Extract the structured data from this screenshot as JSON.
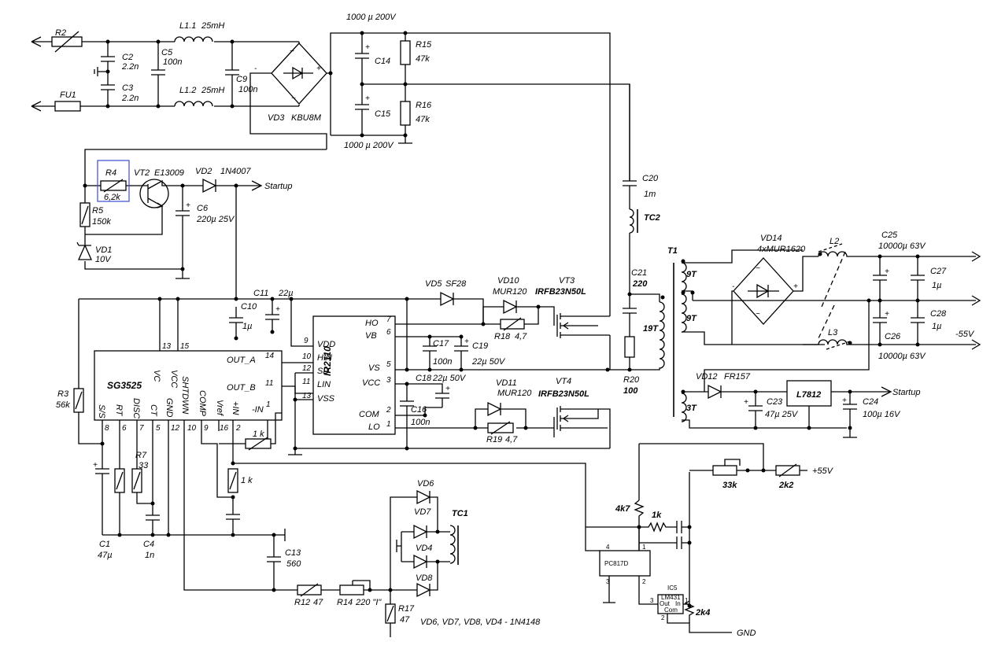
{
  "labels": {
    "r2": "R2",
    "c2": "C2",
    "c2v": "2.2n",
    "c3": "C3",
    "c3v": "2.2n",
    "fu1": "FU1",
    "l11": "L1.1",
    "l11v": "25mH",
    "l12": "L1.2",
    "l12v": "25mH",
    "c5": "C5",
    "c5v": "100n",
    "c9": "C9",
    "c9v": "100n",
    "vd3": "VD3",
    "vd3v": "KBU8M",
    "c14top": "1000 µ 200V",
    "c14": "C14",
    "c15": "C15",
    "c15bot": "1000 µ 200V",
    "r15": "R15",
    "r15v": "47k",
    "r16": "R16",
    "r16v": "47k",
    "r4": "R4",
    "r4v": "6,2k",
    "vt2": "VT2",
    "vt2v": "E13009",
    "vd2": "VD2",
    "vd2v": "1N4007",
    "startup1": "Startup",
    "r5": "R5",
    "r5v": "150k",
    "c6": "C6",
    "c6v": "220µ 25V",
    "vd1": "VD1",
    "vd1v": "10V",
    "c20": "C20",
    "c20v": "1m",
    "tc2": "TC2",
    "c21": "C21",
    "c21v": "220",
    "r20": "R20",
    "r20v": "100",
    "t1": "T1",
    "w9t1": "9T",
    "w9t2": "9T",
    "w19t": "19T",
    "w3t": "3T",
    "vd14": "VD14",
    "vd14v": "4xMUR1620",
    "l2": "L2",
    "l3": "L3",
    "c25": "C25",
    "c25v": "10000µ 63V",
    "c26": "C26",
    "c26v": "10000µ 63V",
    "c27": "C27",
    "c27v": "1µ",
    "c28": "C28",
    "c28v": "1µ",
    "neg55": "-55V",
    "vd12": "VD12",
    "vd12v": "FR157",
    "l7812": "L7812",
    "startup2": "Startup",
    "c23": "C23",
    "c23v": "47µ 25V",
    "c24": "C24",
    "c24v": "100µ 16V",
    "c11": "C11",
    "c11v": "22µ",
    "c10": "C10",
    "c10v": "1µ",
    "vd5": "VD5",
    "vd5v": "SF28",
    "vd10": "VD10",
    "vd10v": "MUR120",
    "vt3": "VT3",
    "vt3v": "IRFB23N50L",
    "r18": "R18",
    "r18v": "4,7",
    "c17": "C17",
    "c17v": "100n",
    "c19": "C19",
    "c19v": "22µ 50V",
    "c18": "C18",
    "c18v": "22µ 50V",
    "c16": "C16",
    "c16v": "100n",
    "vd11": "VD11",
    "vd11v": "MUR120",
    "vt4": "VT4",
    "vt4v": "IRFB23N50L",
    "r19": "R19",
    "r19v": "4,7",
    "ir2110": "IR2110",
    "sg3525": "SG3525",
    "r3": "R3",
    "r3v": "56k",
    "r7": "R7",
    "r7v": "33",
    "c1": "C1",
    "c1v": "47µ",
    "c4": "C4",
    "c4v": "1n",
    "c13": "C13",
    "c13v": "560",
    "r1k1": "1 k",
    "r1k2": "1 k",
    "r12": "R12",
    "r12v": "47",
    "r14": "R14",
    "r14v": "220 \"I\"",
    "r17": "R17",
    "r17v": "47",
    "vd6": "VD6",
    "vd7": "VD7",
    "vd4": "VD4",
    "vd8": "VD8",
    "tc1": "TC1",
    "vdnote": "VD6, VD7, VD8, VD4 - 1N4148",
    "r4k7": "4k7",
    "r1kfb": "1k",
    "r33k": "33k",
    "r2k2": "2k2",
    "r2k4": "2k4",
    "plus55": "+55V",
    "gnd": "GND",
    "pc817": "PC817D",
    "ic5": "IC5",
    "lm431": "LM431",
    "lm_out": "Out",
    "lm_in": "In",
    "lm_com": "Com",
    "pc_p4": "4",
    "pc_p3": "3",
    "pc_p1": "1",
    "pc_p2": "2",
    "lm_p3": "3",
    "lm_p1": "1",
    "lm_p2": "2"
  },
  "ir2110_pins": [
    {
      "num": "9",
      "name": "VDD"
    },
    {
      "num": "10",
      "name": "HIN"
    },
    {
      "num": "12",
      "name": "SD"
    },
    {
      "num": "11",
      "name": "LIN"
    },
    {
      "num": "13",
      "name": "VSS"
    },
    {
      "num": "7",
      "name": "HO"
    },
    {
      "num": "6",
      "name": "VB"
    },
    {
      "num": "5",
      "name": "VS"
    },
    {
      "num": "3",
      "name": "VCC"
    },
    {
      "num": "2",
      "name": "COM"
    },
    {
      "num": "1",
      "name": "LO"
    }
  ],
  "sg3525_pins": [
    {
      "num": "13",
      "name": "VC"
    },
    {
      "num": "15",
      "name": "VCC"
    },
    {
      "num": "14",
      "name": "OUT_A"
    },
    {
      "num": "11",
      "name": "OUT_B"
    },
    {
      "num": "8",
      "name": "S/S"
    },
    {
      "num": "6",
      "name": "RT"
    },
    {
      "num": "7",
      "name": "DISC"
    },
    {
      "num": "5",
      "name": "CT"
    },
    {
      "num": "12",
      "name": "GND"
    },
    {
      "num": "10",
      "name": "SHTDWN"
    },
    {
      "num": "9",
      "name": "COMP"
    },
    {
      "num": "16",
      "name": "Vref"
    },
    {
      "num": "2",
      "name": "+IN"
    },
    {
      "num": "1",
      "name": "-IN"
    }
  ]
}
